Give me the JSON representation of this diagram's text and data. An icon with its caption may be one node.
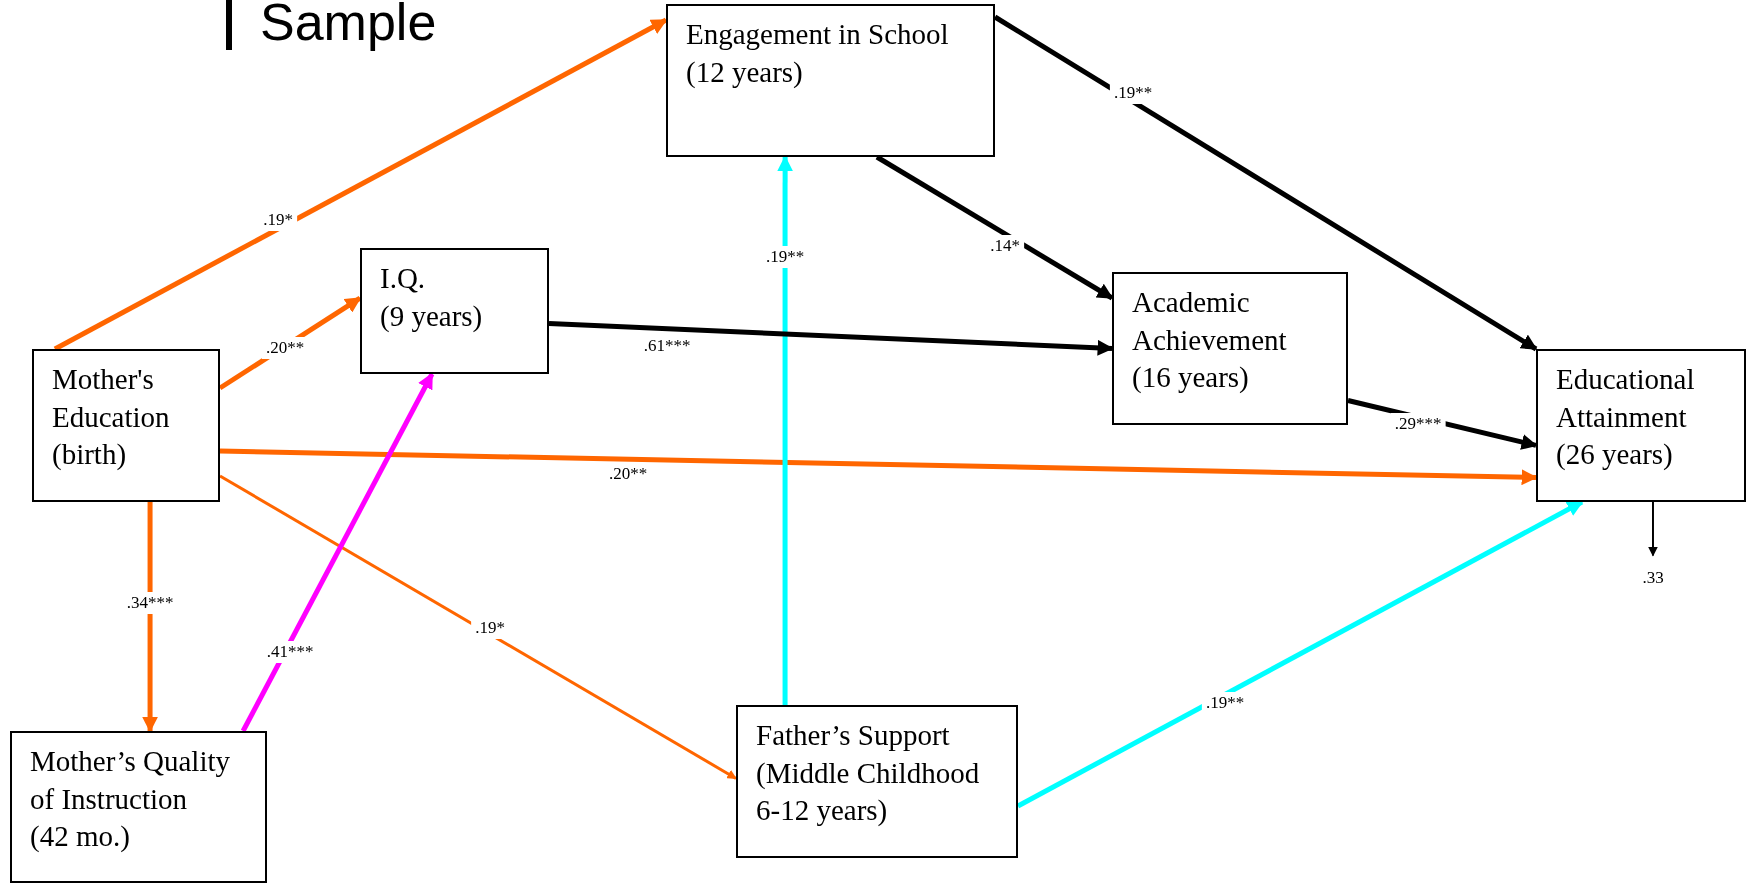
{
  "diagram": {
    "title": "Sample",
    "nodes": [
      {
        "text": [
          "Engagement in School",
          "(12 years)"
        ]
      },
      {
        "text": [
          "I.Q.",
          "(9 years)"
        ]
      },
      {
        "text": [
          "Mother's Education",
          "(birth)"
        ]
      },
      {
        "text": [
          "Academic Achievement",
          "(16 years)"
        ]
      },
      {
        "text": [
          "Educational Attainment",
          "(26 years)"
        ]
      },
      {
        "text": [
          "Mother’s Quality of Instruction",
          "(42 mo.)"
        ]
      },
      {
        "text": [
          "Father’s Support",
          "(Middle Childhood 6-12 years)"
        ]
      }
    ],
    "edges": [
      {
        "from": 2,
        "to": 0,
        "arrow": "to",
        "label": ".19*",
        "color": "#ff6600"
      },
      {
        "from": 2,
        "to": 1,
        "arrow": "to",
        "label": ".20**",
        "color": "#ff6600"
      },
      {
        "from": 2,
        "to": 4,
        "arrow": "to",
        "label": ".20**",
        "color": "#ff6600"
      },
      {
        "from": 2,
        "to": 5,
        "arrow": "to",
        "label": ".34***",
        "color": "#ff6600"
      },
      {
        "from": 2,
        "to": 6,
        "arrow": "to",
        "label": ".19*",
        "color": "#ff6600"
      },
      {
        "from": 5,
        "to": 1,
        "arrow": "to",
        "label": ".41***",
        "color": "#ff00ff"
      },
      {
        "from": 6,
        "to": 0,
        "arrow": "to",
        "label": ".19**",
        "color": "#00ffff"
      },
      {
        "from": 6,
        "to": 4,
        "arrow": "to",
        "label": ".19**",
        "color": "#00ffff"
      },
      {
        "from": 1,
        "to": 3,
        "arrow": "to",
        "label": ".61***",
        "color": "#000000"
      },
      {
        "from": 0,
        "to": 3,
        "arrow": "to",
        "label": ".14*",
        "color": "#000000"
      },
      {
        "from": 0,
        "to": 4,
        "arrow": "to",
        "label": ".19**",
        "color": "#000000"
      },
      {
        "from": 3,
        "to": 4,
        "arrow": "to",
        "label": ".29***",
        "color": "#000000"
      },
      {
        "from": 4,
        "to": null,
        "arrow": "to",
        "label": ".33",
        "color": "#000000"
      }
    ]
  }
}
